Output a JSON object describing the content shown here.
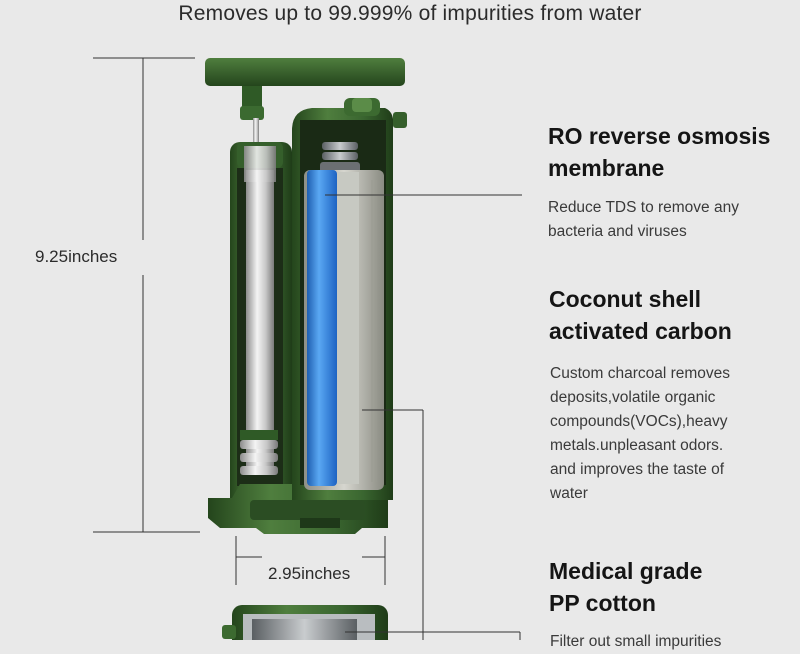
{
  "headline": "Removes up to 99.999% of impurities from water",
  "dimensions": {
    "height_label": "9.25inches",
    "width_label": "2.95inches"
  },
  "features": [
    {
      "title_line1": "RO reverse osmosis",
      "title_line2": "membrane",
      "desc_lines": [
        "Reduce TDS to remove any",
        "bacteria and viruses"
      ]
    },
    {
      "title_line1": "Coconut shell",
      "title_line2": "activated carbon",
      "desc_lines": [
        "Custom charcoal removes",
        "deposits,volatile organic",
        "compounds(VOCs),heavy",
        "metals.unpleasant odors.",
        "and improves the taste of",
        "water"
      ]
    },
    {
      "title_line1": "Medical grade",
      "title_line2": "PP cotton",
      "desc_lines": [
        "Filter out small impurities"
      ]
    }
  ],
  "colors": {
    "background": "#e9e9e9",
    "body_green": "#3f6b32",
    "dark_green": "#24451c",
    "membrane_blue": "#2f86df"
  }
}
